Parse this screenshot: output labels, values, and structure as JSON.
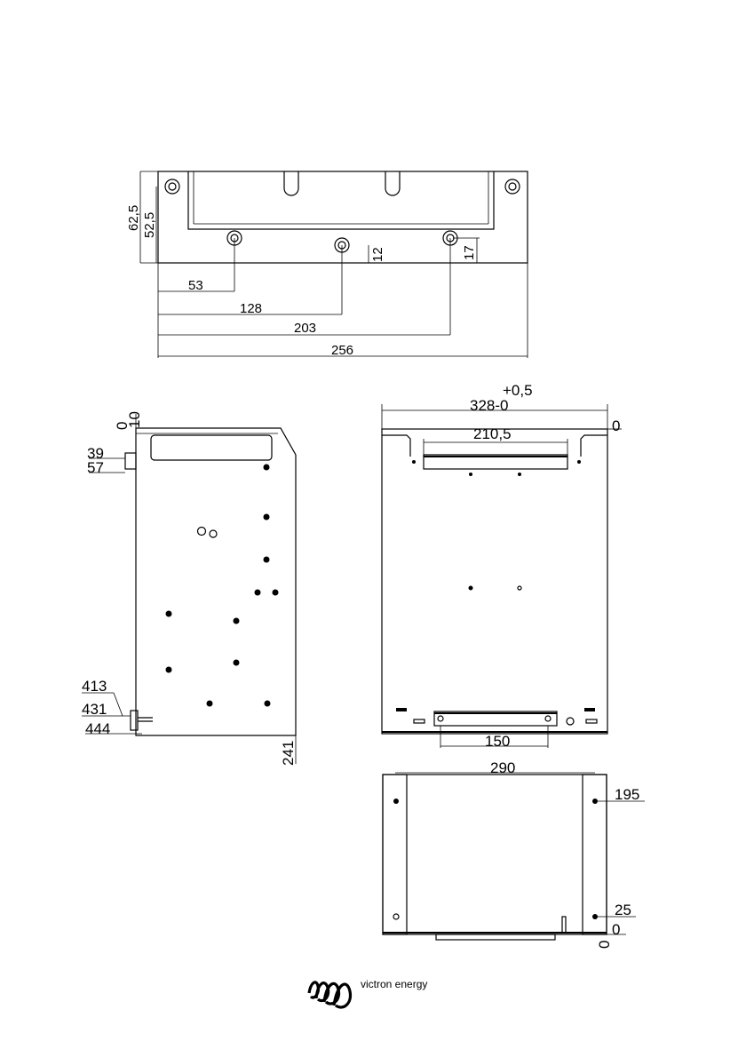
{
  "top_view": {
    "dims": {
      "height_total": "62,5",
      "height_inner": "52,5",
      "offset_12": "12",
      "offset_17": "17",
      "x_53": "53",
      "x_128": "128",
      "x_203": "203",
      "width_256": "256"
    }
  },
  "side_view": {
    "dims": {
      "d_10": "10",
      "d_0": "0",
      "d_39": "39",
      "d_57": "57",
      "d_413": "413",
      "d_431": "431",
      "d_444": "444",
      "d_241": "241"
    }
  },
  "front_view": {
    "dims": {
      "tolerance": "+0,5",
      "width_328": "328-0",
      "zero_right": "0",
      "width_2105": "210,5",
      "width_150": "150"
    }
  },
  "bottom_view": {
    "dims": {
      "width_290": "290",
      "d_195": "195",
      "d_25": "25",
      "d_0": "0"
    }
  },
  "footer": {
    "brand": "victron energy"
  }
}
